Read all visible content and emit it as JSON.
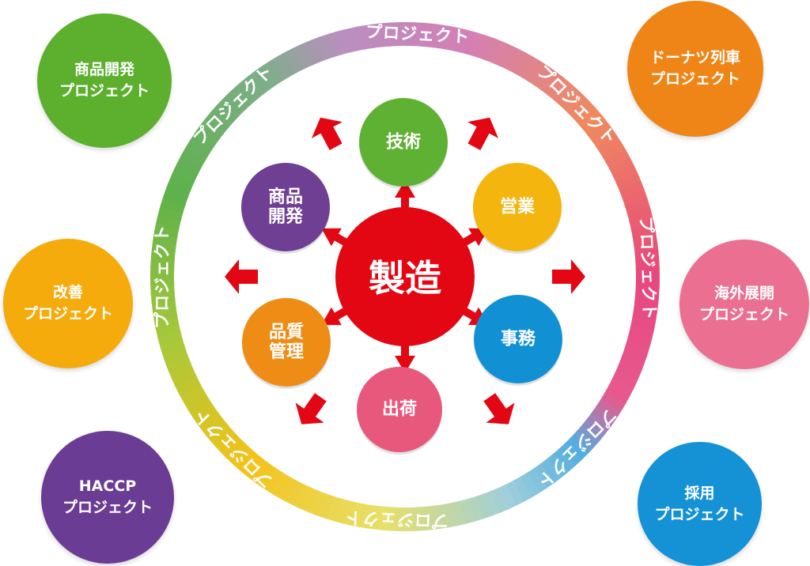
{
  "center": {
    "label": "製造",
    "color": "#e30613"
  },
  "ring": {
    "label": "プロジェクト"
  },
  "departments": [
    {
      "name": "technology",
      "lines": [
        "技術"
      ],
      "color": "#5fb133"
    },
    {
      "name": "sales",
      "lines": [
        "営業"
      ],
      "color": "#f4b50f"
    },
    {
      "name": "office",
      "lines": [
        "事務"
      ],
      "color": "#1191d3"
    },
    {
      "name": "shipping",
      "lines": [
        "出荷"
      ],
      "color": "#e8587d"
    },
    {
      "name": "quality",
      "lines": [
        "品質",
        "管理"
      ],
      "color": "#ee8c15"
    },
    {
      "name": "product-dev",
      "lines": [
        "商品",
        "開発"
      ],
      "color": "#6f3f93"
    }
  ],
  "projects": [
    {
      "name": "product-dev",
      "line1": "商品開発",
      "line2": "プロジェクト",
      "color": "#5daf2e"
    },
    {
      "name": "donut-train",
      "line1": "ドーナツ列車",
      "line2": "プロジェクト",
      "color": "#ef8516"
    },
    {
      "name": "kaizen",
      "line1": "改善",
      "line2": "プロジェクト",
      "color": "#f5ab0b"
    },
    {
      "name": "overseas",
      "line1": "海外展開",
      "line2": "プロジェクト",
      "color": "#ea6f91"
    },
    {
      "name": "haccp",
      "line1": "HACCP",
      "line2": "プロジェクト",
      "color": "#6a3c93"
    },
    {
      "name": "recruiting",
      "line1": "採用",
      "line2": "プロジェクト",
      "color": "#1592d6"
    }
  ]
}
